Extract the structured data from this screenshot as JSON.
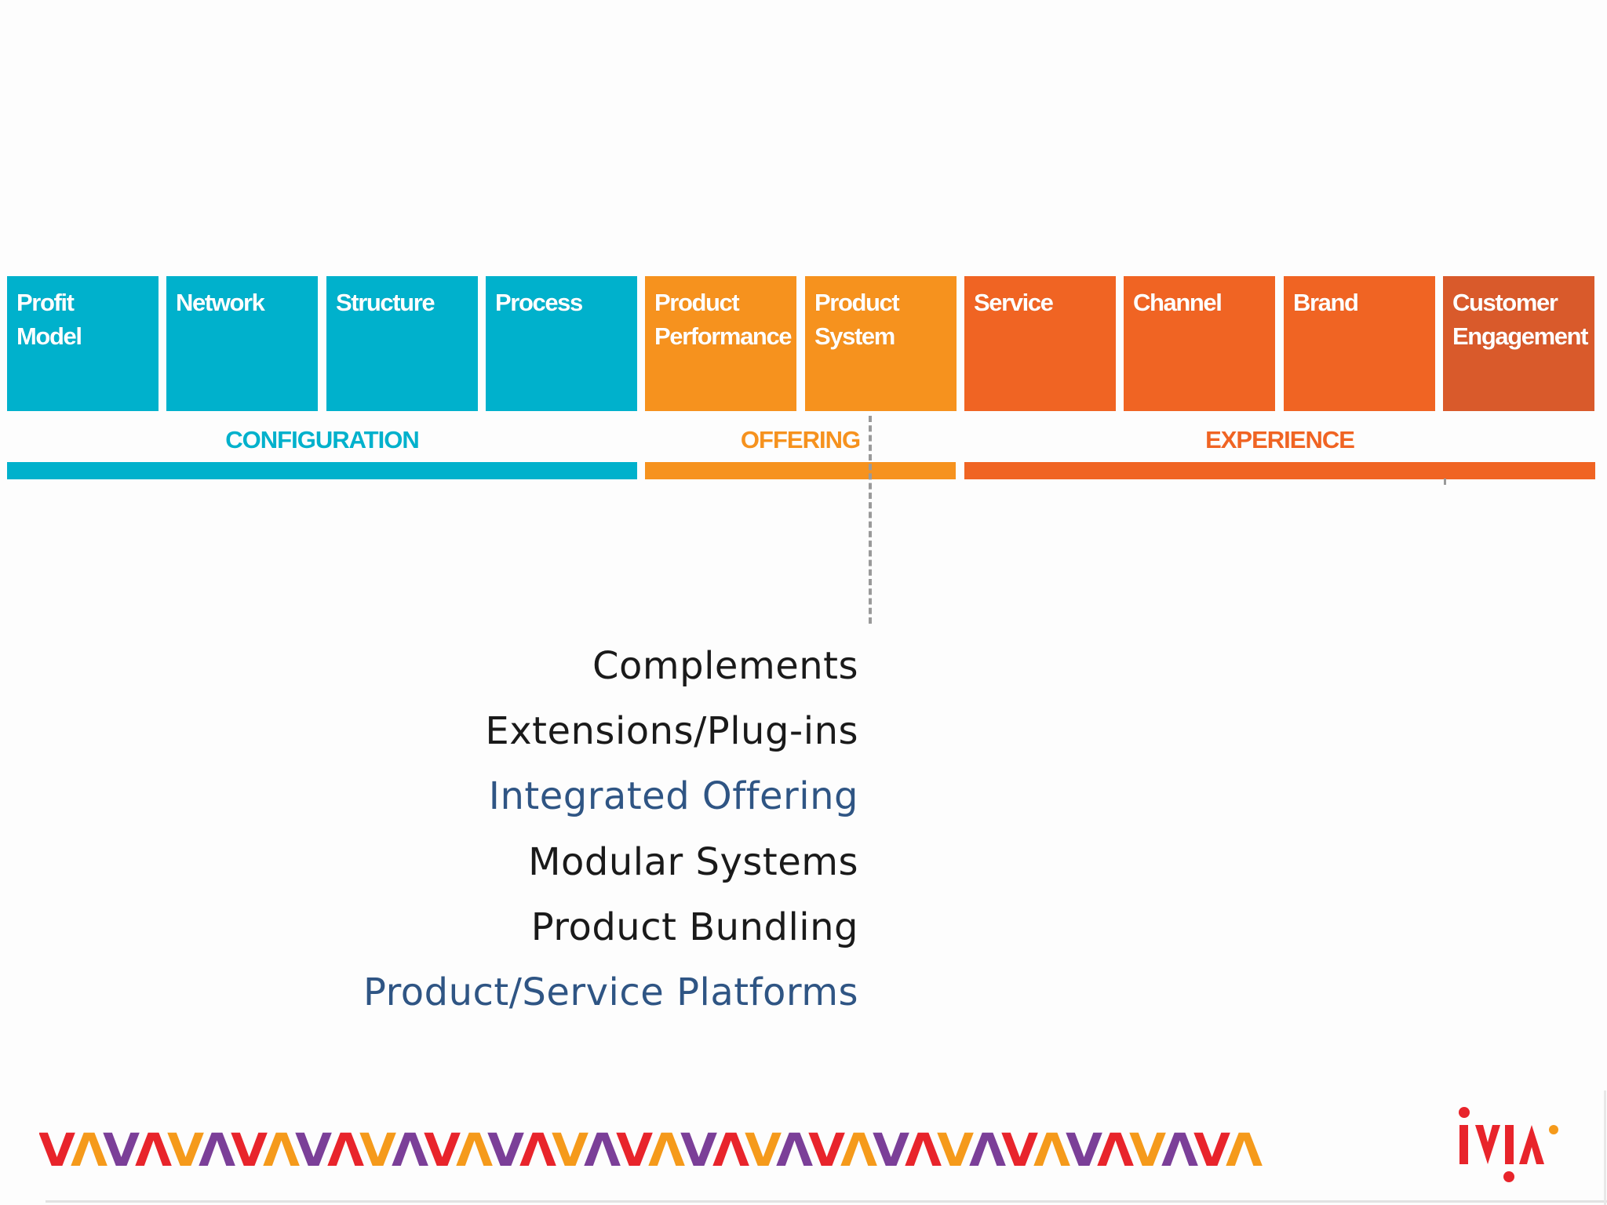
{
  "tiles": [
    {
      "label": "Profit\nModel",
      "color": "#00b1cc"
    },
    {
      "label": "Network",
      "color": "#00b1cc"
    },
    {
      "label": "Structure",
      "color": "#00b1cc"
    },
    {
      "label": "Process",
      "color": "#00b1cc"
    },
    {
      "label": "Product\nPerformance",
      "color": "#f6921e"
    },
    {
      "label": "Product\nSystem",
      "color": "#f6921e"
    },
    {
      "label": "Service",
      "color": "#f06423"
    },
    {
      "label": "Channel",
      "color": "#f06423"
    },
    {
      "label": "Brand",
      "color": "#f06423"
    },
    {
      "label": "Customer\nEngagement",
      "color": "#d95a2b"
    }
  ],
  "sections": [
    {
      "label": "CONFIGURATION",
      "color": "#00b1cc"
    },
    {
      "label": "OFFERING",
      "color": "#f6921e"
    },
    {
      "label": "EXPERIENCE",
      "color": "#f06423"
    }
  ],
  "tactics": [
    {
      "label": "Complements",
      "color": "#1a1a1a"
    },
    {
      "label": "Extensions/Plug-ins",
      "color": "#1a1a1a"
    },
    {
      "label": "Integrated Offering",
      "color": "#2f5584"
    },
    {
      "label": "Modular Systems",
      "color": "#1a1a1a"
    },
    {
      "label": "Product Bundling",
      "color": "#1a1a1a"
    },
    {
      "label": "Product/Service Platforms",
      "color": "#2f5584"
    }
  ],
  "brand": {
    "logo_text": "ivia",
    "logo_color": "#e8242b",
    "pattern_colors": [
      "#e8242b",
      "#f59a1b",
      "#7b3f98"
    ]
  }
}
